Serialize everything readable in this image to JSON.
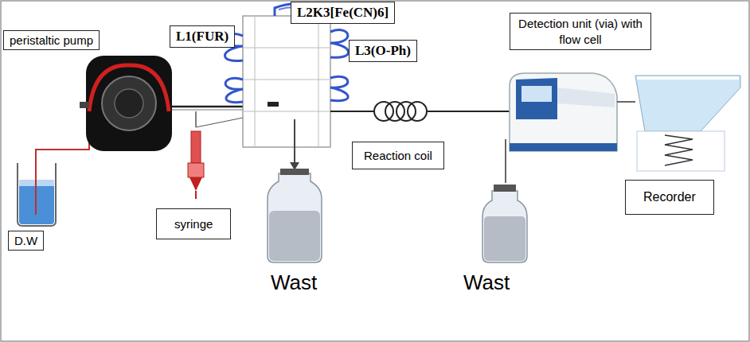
{
  "diagram": {
    "nodes": [
      {
        "text": [
          "peristaltic pump"
        ]
      },
      {
        "text": [
          "L1(FUR)"
        ]
      },
      {
        "text": [
          "L2K3[Fe(CN)6]"
        ]
      },
      {
        "text": [
          "L3(O-Ph)"
        ]
      },
      {
        "text": [
          "Detection unit (via) with flow cell"
        ]
      },
      {
        "text": [
          "D.W"
        ]
      },
      {
        "text": [
          "syringe"
        ]
      },
      {
        "text": [
          "Reaction coil"
        ]
      },
      {
        "text": [
          "Recorder"
        ]
      }
    ],
    "labels": [
      "Wast",
      "Wast"
    ]
  }
}
